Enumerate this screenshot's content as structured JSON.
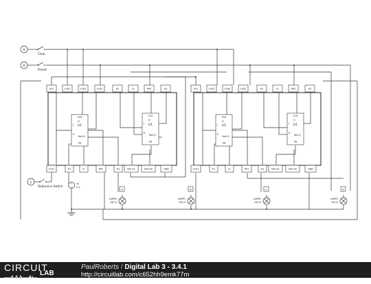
{
  "switches": {
    "clear": {
      "state": "0",
      "label": "Clear"
    },
    "preset": {
      "state": "0",
      "label": "Preset"
    },
    "debounce": {
      "state": "1",
      "label": "Debounce Switch"
    }
  },
  "source": {
    "name": "V1",
    "value": "5 V"
  },
  "chips": [
    {
      "top_pins": [
        "VCC",
        "CLR1",
        "CLR2",
        "CLK2",
        "K2",
        "J2",
        "PR2",
        "Q2"
      ],
      "bottom_pins": [
        "CLK1",
        "K1",
        "J1",
        "PR1",
        "Q1",
        "Not Q1",
        "Not Q2",
        "GND"
      ],
      "flipflops": [
        {
          "name": "U1",
          "pins": [
            "CLR",
            "Q",
            "Not Q",
            "J",
            "K",
            "PR"
          ]
        },
        {
          "name": "U1",
          "pins": [
            "CLR",
            "Q",
            "Not Q",
            "J",
            "K",
            "PR"
          ]
        }
      ]
    },
    {
      "top_pins": [
        "VCC",
        "CLR1",
        "CLR2",
        "CLK2",
        "K2",
        "J2",
        "PR2",
        "Q2"
      ],
      "bottom_pins": [
        "CLK1",
        "K1",
        "J1",
        "PR1",
        "Q1",
        "Not Q1",
        "Not Q2",
        "GND"
      ],
      "flipflops": [
        {
          "name": "U1",
          "pins": [
            "CLR",
            "Q",
            "Not Q",
            "J",
            "K",
            "PR"
          ]
        },
        {
          "name": "U1",
          "pins": [
            "CLR",
            "Q",
            "Not Q",
            "J",
            "K",
            "PR"
          ]
        }
      ]
    }
  ],
  "lamps": [
    {
      "name": "LAMP4",
      "value": "100 Ω",
      "probe": "A"
    },
    {
      "name": "LAMP1",
      "value": "100 Ω",
      "probe": "B"
    },
    {
      "name": "LAMP2",
      "value": "100 Ω",
      "probe": "C"
    },
    {
      "name": "LAMP3",
      "value": "100 Ω",
      "probe": "D"
    }
  ],
  "footer": {
    "logo_top": "CIRCUIT",
    "logo_bottom": "LAB",
    "author": "PaulRoberts",
    "separator": "/",
    "title": "Digital Lab 3 - 3.4.1",
    "url": "http://circuitlab.com/c652hh9emk77m"
  }
}
